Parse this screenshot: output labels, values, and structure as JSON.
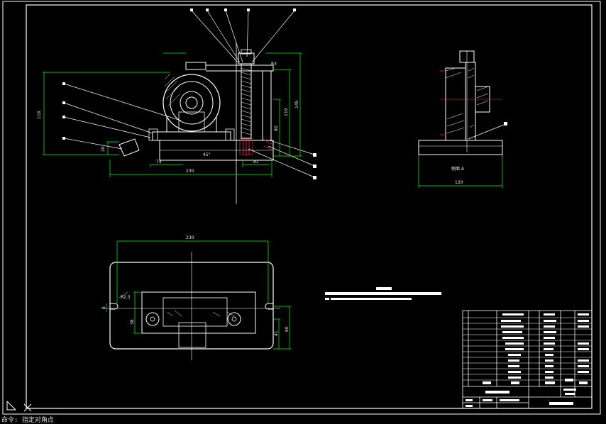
{
  "drawing": {
    "front_view": {
      "dimensions": {
        "overall_width": "230",
        "left_offset": "74",
        "right_offset": "30",
        "height_left": "118",
        "height_right_outer": "145",
        "height_right_mid": "119",
        "height_right_inner": "80",
        "base_height": "20",
        "angle": "R3",
        "tilt": "45°"
      }
    },
    "side_view": {
      "title": "侧面 A",
      "width": "120"
    },
    "plan_view": {
      "overall_width": "230",
      "left_height": "38",
      "left_small": "8",
      "depth": "60",
      "inner_height": "41",
      "slot": "R2.5"
    },
    "command_line": "命令: 指定对角点"
  },
  "colors": {
    "outline": "#ffffff",
    "dimension": "#00ff00",
    "section": "#ff0000",
    "background": "#000000"
  }
}
